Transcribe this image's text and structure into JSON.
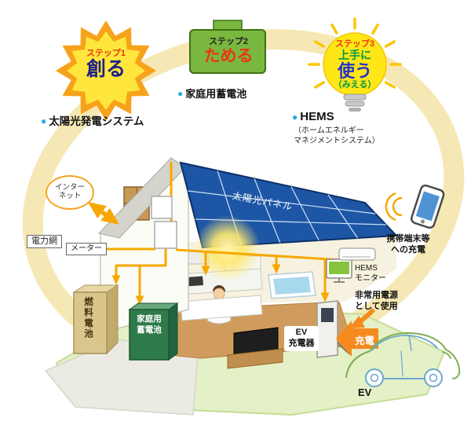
{
  "steps": {
    "step1": {
      "label": "ステップ1",
      "title": "創る"
    },
    "step2": {
      "label": "ステップ2",
      "title": "ためる"
    },
    "step3": {
      "label": "ステップ3",
      "line1": "上手に",
      "line2": "使う",
      "line3": "（みえる）"
    }
  },
  "bullets": {
    "battery": "家庭用蓄電池",
    "solar": "太陽光発電システム",
    "hems": "HEMS",
    "hems_sub": "（ホームエネルギー\nマネジメントシステム）"
  },
  "labels": {
    "internet": "インター\nネット",
    "power_grid": "電力網",
    "meter": "メーター",
    "solar_panel": "太陽光パネル",
    "mobile_charge": "携帯端末等\nへの充電",
    "hems_monitor": "HEMS\nモニター",
    "fuel_cell": "燃料電池",
    "home_battery": "家庭用\n蓄電池",
    "ev_charger": "EV\n充電器",
    "charge": "充電",
    "emergency_power": "非常用電源\nとして使用",
    "ev": "EV"
  },
  "colors": {
    "accent_orange": "#f7a800",
    "step_red": "#e8380d",
    "step1_blue": "#1d2088",
    "step2_green": "#7ab73f",
    "bulb_yellow": "#ffe616",
    "green_text": "#009944",
    "bullet_blue": "#29abe2",
    "panel_blue": "#1d56a5"
  }
}
